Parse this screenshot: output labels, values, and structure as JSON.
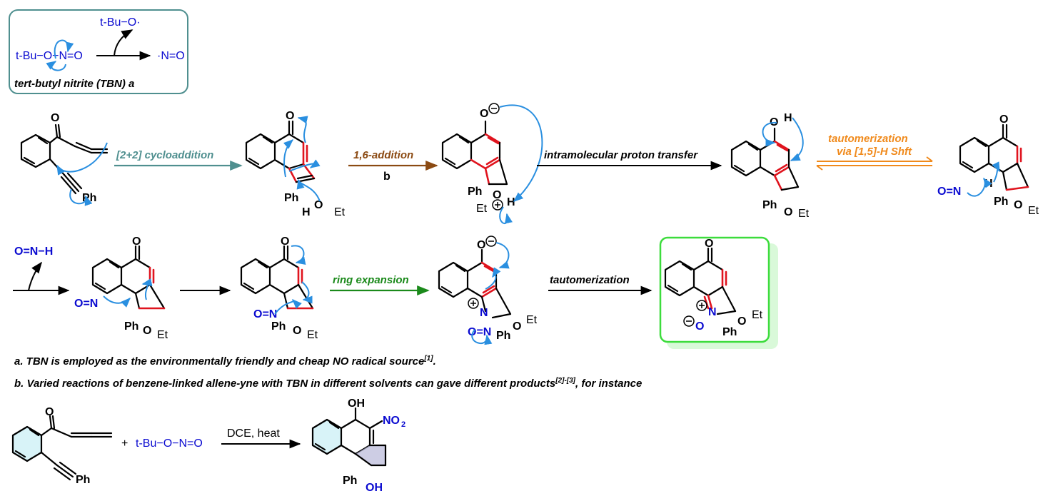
{
  "legend": {
    "tbu_radical": "t-Bu−O·",
    "tbu_nitrite": "t-Bu−O−N=O",
    "no_radical": "·N=O",
    "caption": "tert-butyl nitrite (TBN) a"
  },
  "steps": {
    "cycloaddition": "[2+2] cycloaddition",
    "addition": "1,6-addition",
    "addition_note": "b",
    "proton_transfer": "intramolecular proton transfer",
    "tautomerization_1": "tautomerization",
    "tautomerization_2": "via [1,5]-H Shft",
    "ring_expansion": "ring expansion",
    "tautomerization_final": "tautomerization",
    "conditions": "DCE, heat"
  },
  "labels": {
    "O": "O",
    "Ph": "Ph",
    "OEt": "O",
    "Et": "Et",
    "H": "H",
    "N": "N",
    "HOEt_H": "H",
    "OH": "OH",
    "NO2": "NO",
    "NO2_sub": "2",
    "hno": "O=N−H",
    "no": "O=N",
    "plus": "+"
  },
  "notes": {
    "a_text": "a. TBN is employed as the environmentally friendly and cheap NO radical source",
    "a_ref": "[1]",
    "a_end": ".",
    "b_text": "b. Varied reactions of benzene-linked allene-yne with TBN in different solvents can gave different products",
    "b_ref": "[2]-[3]",
    "b_end": ", for instance"
  },
  "colors": {
    "cycloaddition": "#4f8f8f",
    "addition": "#8b4a12",
    "tautomerization": "#f08a1c",
    "ring_expansion": "#1b8a1b",
    "product_box": "#3cdc3c",
    "curly_arrow": "#2a8fe0",
    "new_bond": "#e0141e",
    "heteroatom": "#0a0ad0"
  }
}
